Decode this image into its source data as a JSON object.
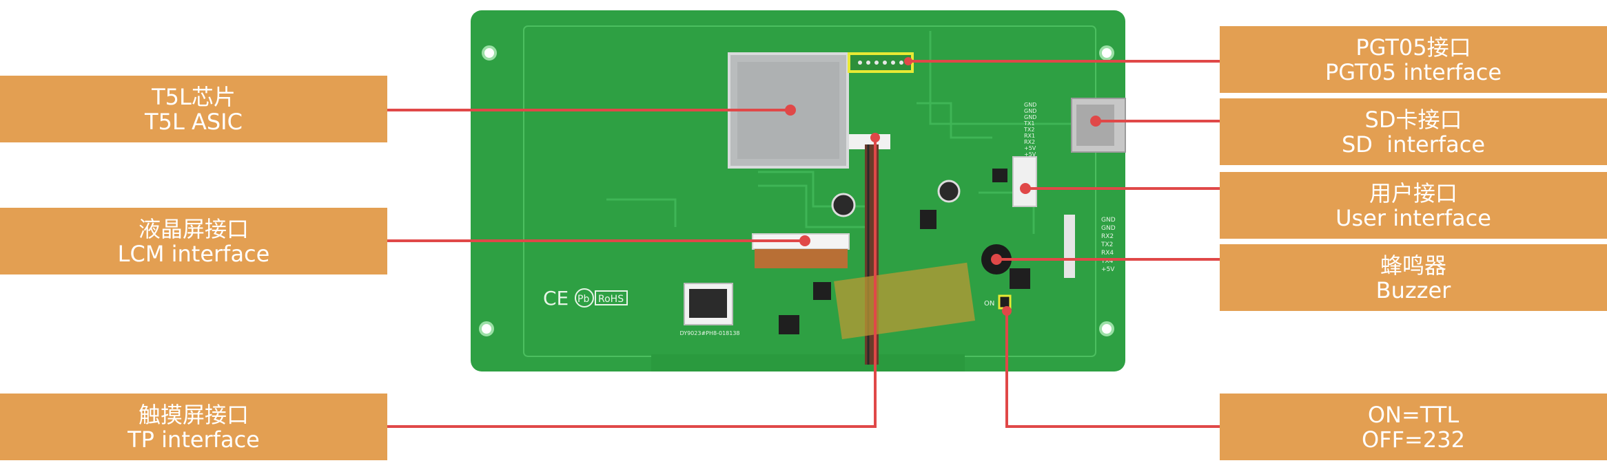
{
  "labels": {
    "t5l": {
      "zh": "T5L芯片",
      "en": "T5L ASIC"
    },
    "lcm": {
      "zh": "液晶屏接口",
      "en": "LCM interface"
    },
    "tp": {
      "zh": "触摸屏接口",
      "en": "TP interface"
    },
    "pgt05": {
      "zh": "PGT05接口",
      "en": "PGT05 interface"
    },
    "sd": {
      "zh": "SD卡接口",
      "en": "SD  interface"
    },
    "user": {
      "zh": "用户接口",
      "en": "User interface"
    },
    "buzzer": {
      "zh": "蜂鸣器",
      "en": "Buzzer"
    },
    "ttl": {
      "zh": "ON=TTL",
      "en": "OFF=232"
    }
  },
  "board": {
    "marks": {
      "ce": "CE",
      "pb": "Pb",
      "rohs": "RoHS"
    },
    "pin_labels_right": [
      "GND",
      "GND",
      "RX2",
      "TX2",
      "RX4",
      "TX4",
      "+5V"
    ],
    "pin_labels_top": [
      "GND",
      "GND",
      "GND",
      "TX1",
      "TX2",
      "RX1",
      "RX2",
      "+5V",
      "+5V"
    ],
    "silk_small": "DY9023#PH8-018138",
    "switch_label": "ON",
    "colors": {
      "pcb": "#2ea043",
      "label_bg": "#e39f52",
      "leader": "#e04848"
    }
  }
}
